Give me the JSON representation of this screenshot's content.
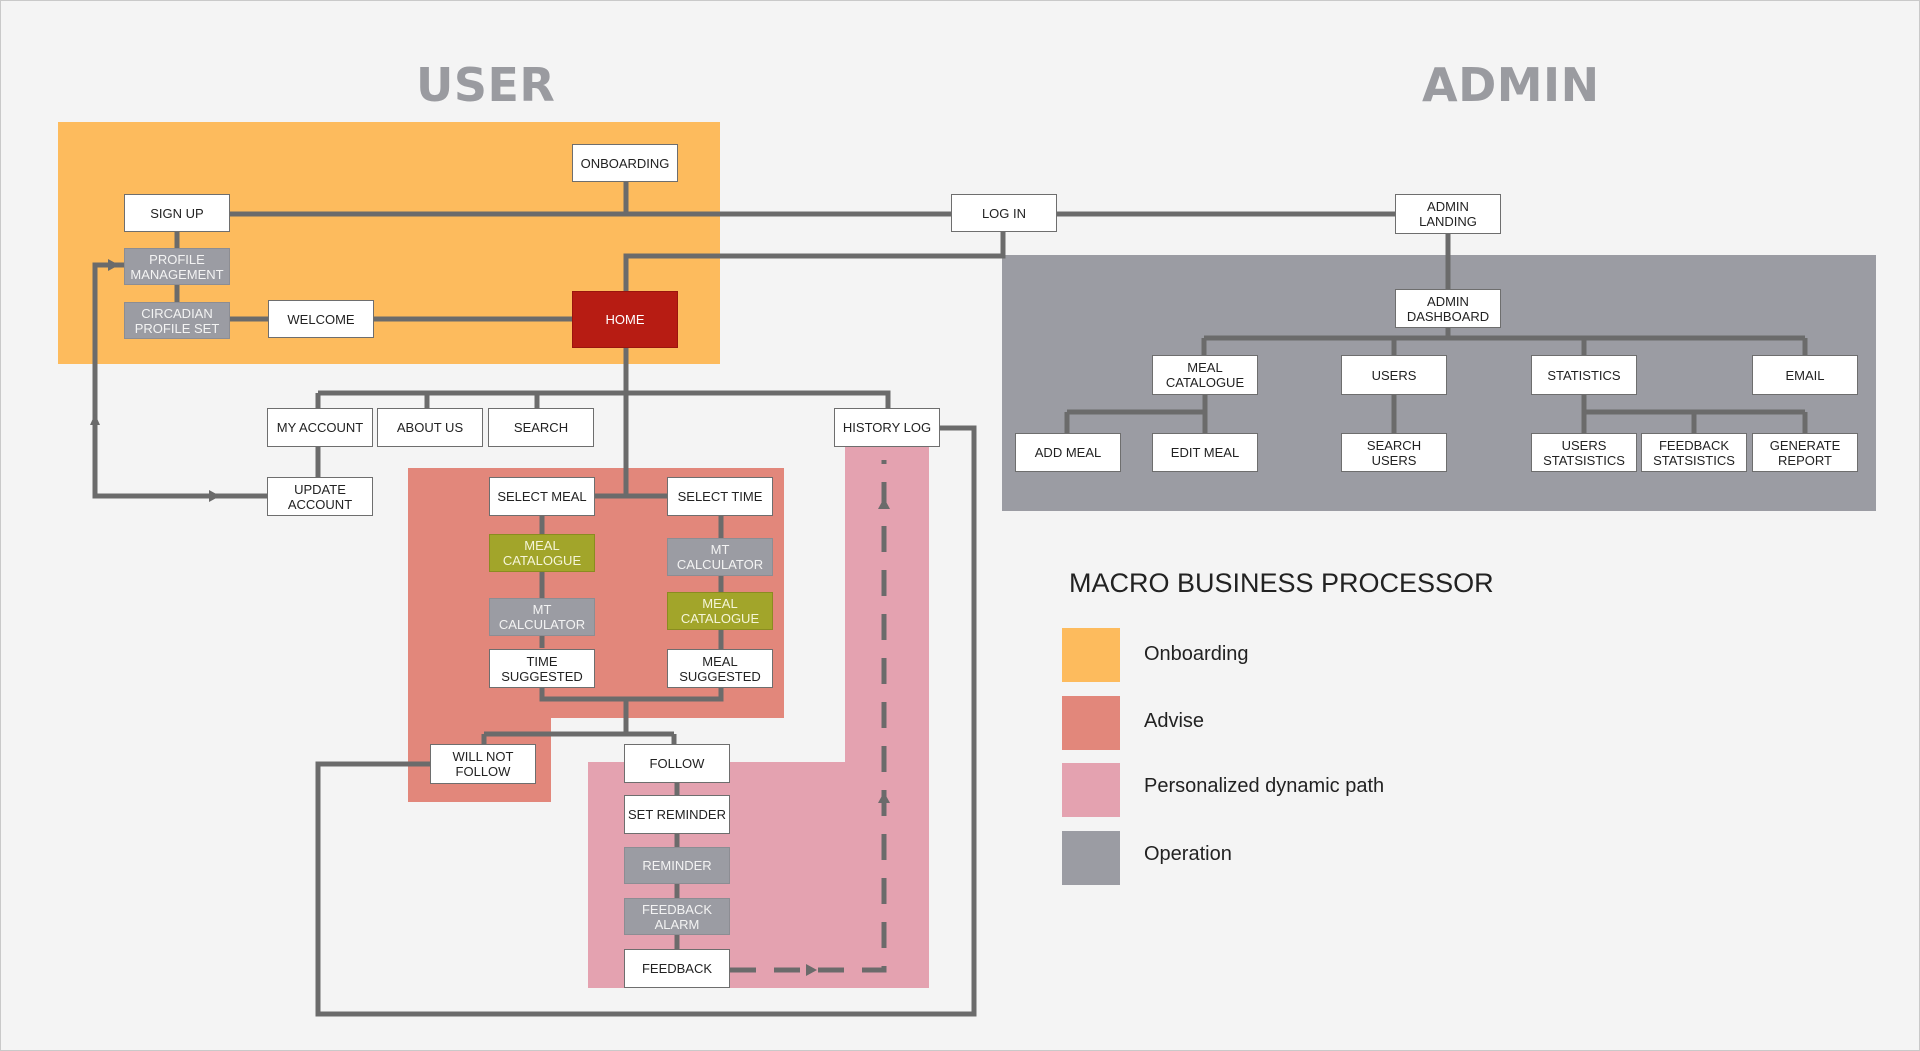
{
  "headings": {
    "user": "USER",
    "admin": "ADMIN"
  },
  "colors": {
    "onboarding": "#fdbb5d",
    "advise": "#e2877b",
    "personalized": "#e4a2b0",
    "operation": "#9b9ca3",
    "connector": "#6b6b6b",
    "home": "#b71c13",
    "olive": "#a2a52a"
  },
  "nodes": {
    "onboarding": "ONBOARDING",
    "sign_up": "SIGN UP",
    "profile_management": "PROFILE\nMANAGEMENT",
    "circadian_profile_set": "CIRCADIAN\nPROFILE SET",
    "welcome": "WELCOME",
    "home": "HOME",
    "log_in": "LOG IN",
    "admin_landing": "ADMIN\nLANDING",
    "admin_dashboard": "ADMIN\nDASHBOARD",
    "admin_meal_catalogue": "MEAL\nCATALOGUE",
    "users": "USERS",
    "statistics": "STATISTICS",
    "email": "EMAIL",
    "add_meal": "ADD MEAL",
    "edit_meal": "EDIT MEAL",
    "search_users": "SEARCH\nUSERS",
    "users_statistics": "USERS\nSTATSISTICS",
    "feedback_statistics": "FEEDBACK\nSTATSISTICS",
    "generate_report": "GENERATE\nREPORT",
    "my_account": "MY ACCOUNT",
    "about_us": "ABOUT US",
    "search": "SEARCH",
    "history_log": "HISTORY LOG",
    "update_account": "UPDATE\nACCOUNT",
    "select_meal": "SELECT MEAL",
    "select_time": "SELECT TIME",
    "meal_catalogue_left": "MEAL\nCATALOGUE",
    "mt_calculator_left": "MT\nCALCULATOR",
    "time_suggested": "TIME\nSUGGESTED",
    "mt_calculator_right": "MT\nCALCULATOR",
    "meal_catalogue_right": "MEAL\nCATALOGUE",
    "meal_suggested": "MEAL\nSUGGESTED",
    "will_not_follow": "WILL NOT\nFOLLOW",
    "follow": "FOLLOW",
    "set_reminder": "SET REMINDER",
    "reminder": "REMINDER",
    "feedback_alarm": "FEEDBACK\nALARM",
    "feedback": "FEEDBACK"
  },
  "legend": {
    "title": "MACRO BUSINESS PROCESSOR",
    "items": [
      {
        "label": "Onboarding",
        "color": "#fdbb5d"
      },
      {
        "label": "Advise",
        "color": "#e2877b"
      },
      {
        "label": "Personalized dynamic path",
        "color": "#e4a2b0"
      },
      {
        "label": "Operation",
        "color": "#9b9ca3"
      }
    ]
  }
}
